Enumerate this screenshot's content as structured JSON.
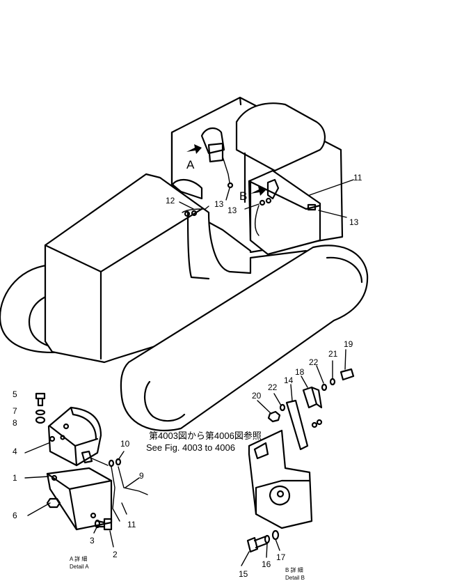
{
  "view_markers": {
    "a": "A",
    "b": "B"
  },
  "reference": {
    "jp": "第4003図から第4006図参照",
    "en": "See Fig. 4003 to 4006"
  },
  "details": {
    "a_jp": "A 詳 細",
    "a_en": "Detail A",
    "b_jp": "B 詳 細",
    "b_en": "Detail B"
  },
  "callouts": {
    "c1": "1",
    "c2": "2",
    "c3": "3",
    "c4": "4",
    "c5": "5",
    "c6": "6",
    "c7": "7",
    "c8": "8",
    "c9": "9",
    "c10": "10",
    "c11": "11",
    "c11b": "11",
    "c12": "12",
    "c13a": "13",
    "c13b": "13",
    "c13c": "13",
    "c14": "14",
    "c15": "15",
    "c16": "16",
    "c17": "17",
    "c18": "18",
    "c19": "19",
    "c20": "20",
    "c21": "21",
    "c22a": "22",
    "c22b": "22"
  }
}
